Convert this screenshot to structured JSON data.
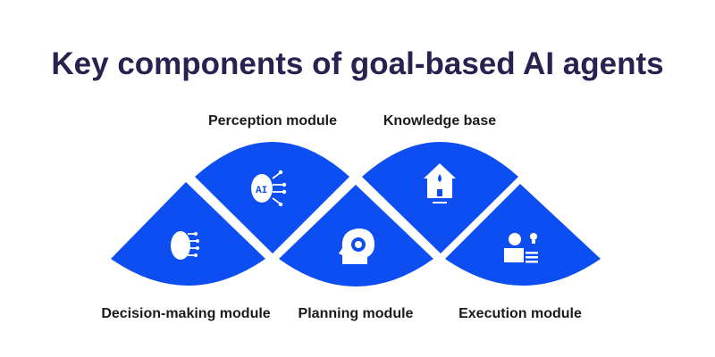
{
  "title": "Key components of goal-based AI agents",
  "components": [
    {
      "label": "Decision-making module",
      "icon": "brain-circuit-icon"
    },
    {
      "label": "Perception module",
      "icon": "ai-brain-icon"
    },
    {
      "label": "Planning module",
      "icon": "head-gear-icon"
    },
    {
      "label": "Knowledge base",
      "icon": "house-monitor-icon"
    },
    {
      "label": "Execution module",
      "icon": "person-reading-idea-icon"
    }
  ],
  "ai_text": "AI",
  "colors": {
    "shape": "#0d4ef2",
    "title": "#2b2150"
  }
}
